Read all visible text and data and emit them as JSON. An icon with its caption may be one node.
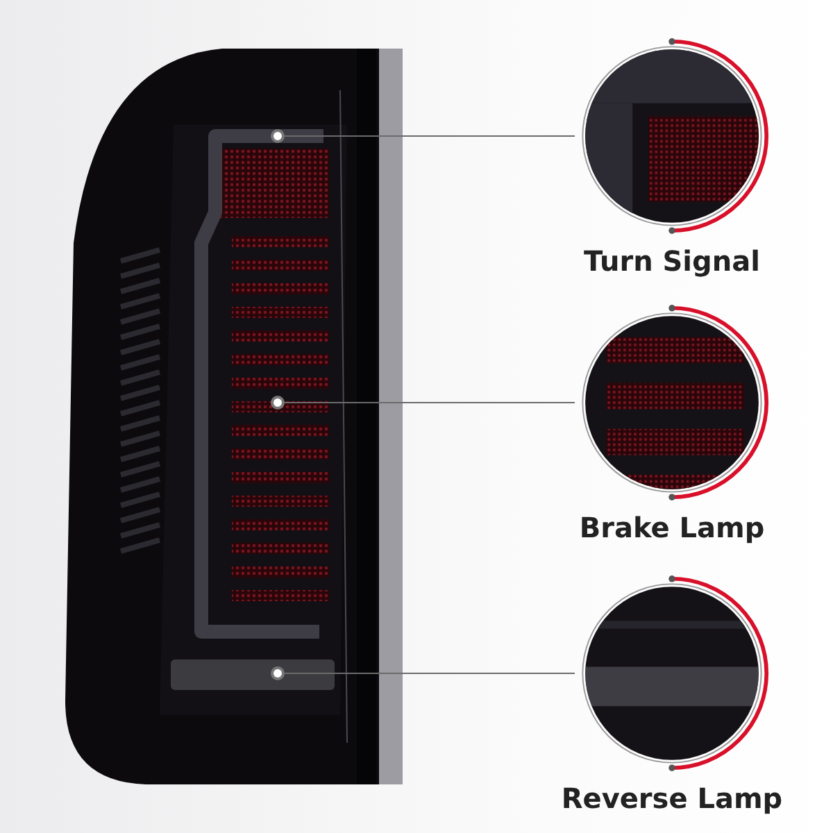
{
  "diagram": {
    "nodes": [
      {
        "text": [],
        "shape": "picture"
      },
      {
        "text": [],
        "shape": "circle",
        "in": 0
      },
      {
        "text": [],
        "shape": "circle",
        "in": 0
      },
      {
        "text": [],
        "shape": "circle",
        "in": 0
      },
      {
        "text": [
          "Turn Signal"
        ]
      },
      {
        "text": [
          "Brake Lamp"
        ]
      },
      {
        "text": [
          "Reverse Lamp"
        ]
      }
    ],
    "edges": [
      {
        "from": 1,
        "to": 4,
        "arrow": "none"
      },
      {
        "from": 2,
        "to": 5,
        "arrow": "none"
      },
      {
        "from": 3,
        "to": 6,
        "arrow": "none"
      }
    ]
  }
}
